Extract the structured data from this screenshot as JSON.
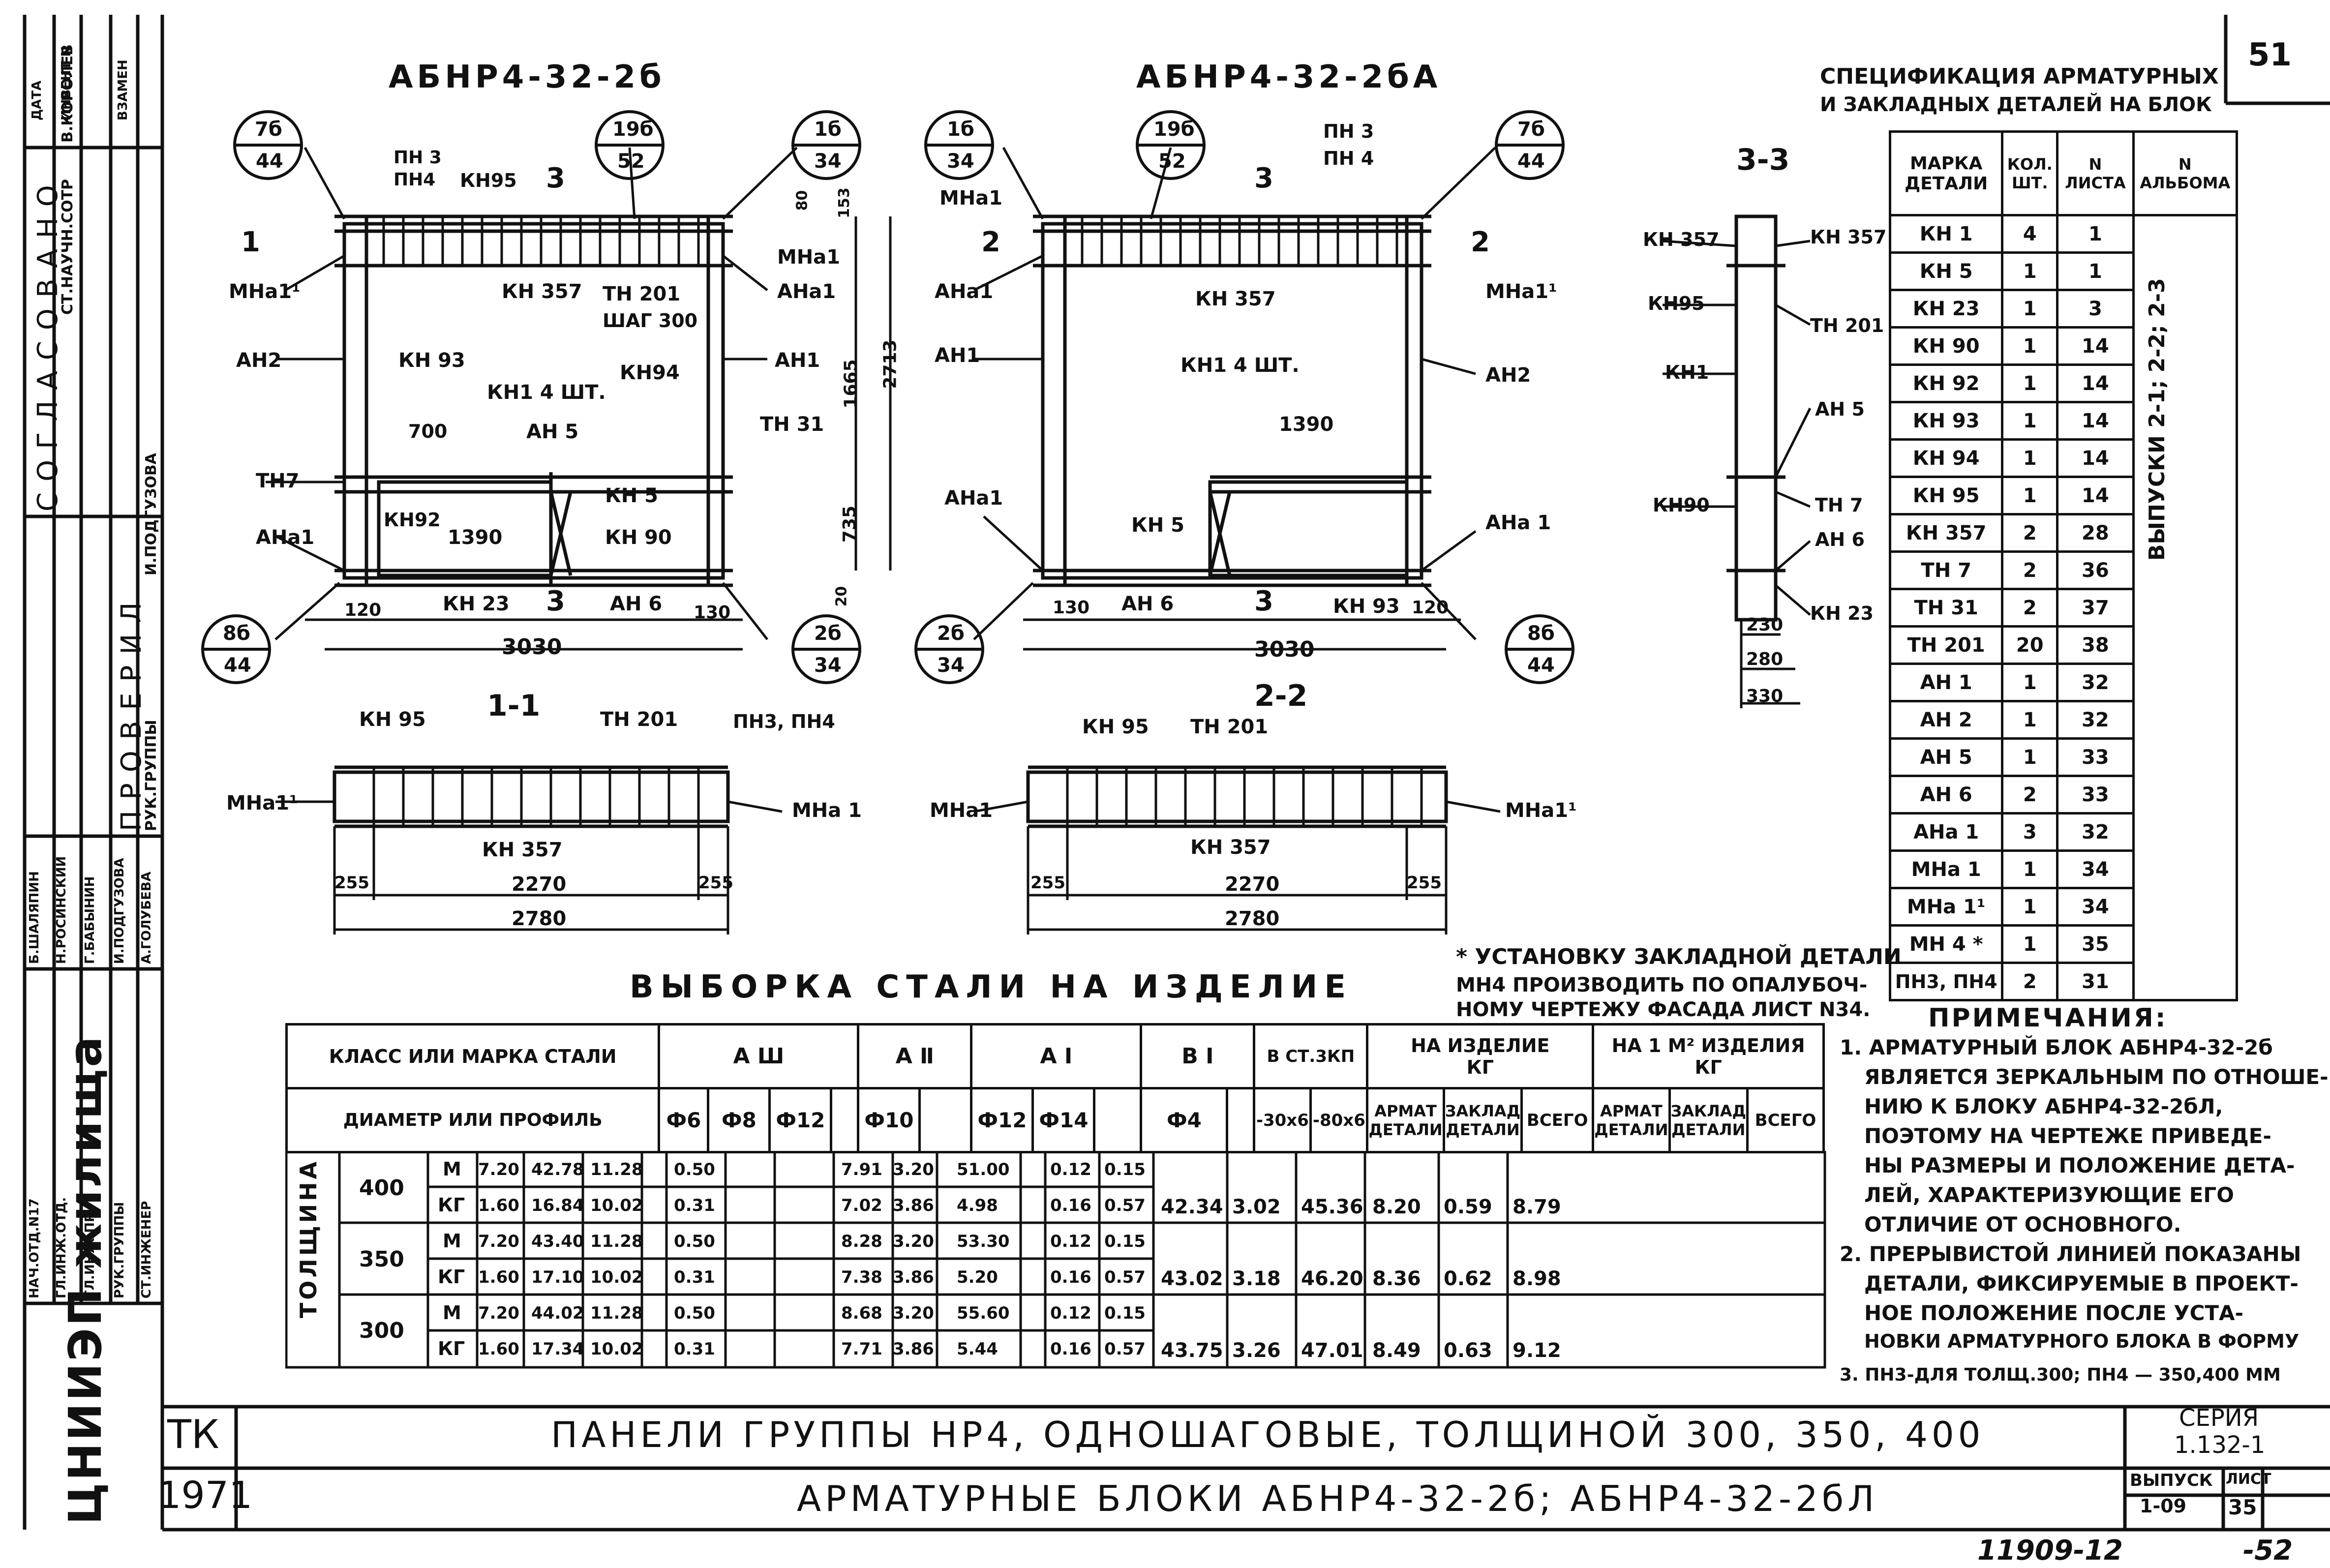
{
  "sheet_number": "51",
  "views": {
    "left_title": "АБНР4-32-2б",
    "right_title": "АБНР4-32-2бА",
    "left_bubbles": [
      {
        "top": "7б",
        "bottom": "44"
      },
      {
        "top": "19б",
        "bottom": "52"
      },
      {
        "top": "1б",
        "bottom": "34"
      },
      {
        "top": "8б",
        "bottom": "44"
      },
      {
        "top": "2б",
        "bottom": "34"
      }
    ],
    "right_bubbles": [
      {
        "top": "1б",
        "bottom": "34"
      },
      {
        "top": "19б",
        "bottom": "52"
      },
      {
        "top": "7б",
        "bottom": "44"
      },
      {
        "top": "2б",
        "bottom": "34"
      },
      {
        "top": "8б",
        "bottom": "44"
      }
    ],
    "section_marks": {
      "s1": "1",
      "s2": "2",
      "s3": "3"
    },
    "left_labels": {
      "pn3": "ПН 3",
      "pn4": "ПН4",
      "kn95": "КН95",
      "mna11": "МНа1¹",
      "mna1": "МНа1",
      "kn357": "КН 357",
      "tn201": "ТН 201",
      "step": "ШАГ 300",
      "ana1": "АНа1",
      "an2": "АН2",
      "kn93": "КН 93",
      "kn1": "КН1 4 ШТ.",
      "kn94": "КН94",
      "an1": "АН1",
      "d700": "700",
      "an5": "АН 5",
      "tn31": "ТН 31",
      "tn7": "ТН7",
      "kn5": "КН 5",
      "kn92": "КН92",
      "d1390": "1390",
      "kn90": "КН 90",
      "ana1b": "АНа1",
      "kn23": "КН 23",
      "an6": "АН 6",
      "d120": "120",
      "d130": "130",
      "d3030": "3030",
      "d2713": "2713",
      "d1665": "1665",
      "d735": "735",
      "d80": "80",
      "d153": "153",
      "d20": "20"
    },
    "right_labels": {
      "mna1": "МНа1",
      "pn3": "ПН 3",
      "pn4": "ПН 4",
      "mna11": "МНа1¹",
      "ana1": "АНа1",
      "kn357": "КН 357",
      "an1": "АН1",
      "kn1": "КН1 4 ШТ.",
      "an2": "АН2",
      "d1390": "1390",
      "ana1b": "АНа1",
      "kn5": "КН 5",
      "ana1c": "АНа 1",
      "d130": "130",
      "an6": "АН 6",
      "kn93": "КН 93",
      "d120": "120",
      "d3030": "3030"
    }
  },
  "sections": {
    "s11_title": "1-1",
    "s22_title": "2-2",
    "s33_title": "3-3",
    "s11": {
      "kn95": "КН 95",
      "tn201": "ТН 201",
      "pn": "ПН3, ПН4",
      "mna11": "МНа1¹",
      "mna1": "МНа 1",
      "kn357": "КН 357",
      "d255a": "255",
      "d2270": "2270",
      "d255b": "255",
      "d2780": "2780"
    },
    "s22": {
      "kn95": "КН 95",
      "tn201": "ТН 201",
      "mna1": "МНа1",
      "mna11": "МНа1¹",
      "kn357": "КН 357",
      "d255a": "255",
      "d2270": "2270",
      "d255b": "255",
      "d2780": "2780"
    },
    "s33": {
      "kn357a": "КН 357",
      "kn357b": "КН 357",
      "kn95": "КН95",
      "tn201": "ТН 201",
      "kn1": "КН1",
      "an5": "АН 5",
      "kn90": "КН90",
      "tn7": "ТН 7",
      "an6": "АН 6",
      "kn23": "КН 23",
      "d230": "230",
      "d280": "280",
      "d330": "330"
    }
  },
  "spec": {
    "title": "СПЕЦИФИКАЦИЯ АРМАТУРНЫХ",
    "title2": "И ЗАКЛАДНЫХ ДЕТАЛЕЙ НА БЛОК",
    "headers": [
      "МАРКА ДЕТАЛИ",
      "КОЛ. ШТ.",
      "N ЛИСТА",
      "N АЛЬБОМА"
    ],
    "rows": [
      [
        "КН 1",
        "4",
        "1"
      ],
      [
        "КН 5",
        "1",
        "1"
      ],
      [
        "КН 23",
        "1",
        "3"
      ],
      [
        "КН 90",
        "1",
        "14"
      ],
      [
        "КН 92",
        "1",
        "14"
      ],
      [
        "КН 93",
        "1",
        "14"
      ],
      [
        "КН 94",
        "1",
        "14"
      ],
      [
        "КН 95",
        "1",
        "14"
      ],
      [
        "КН 357",
        "2",
        "28"
      ],
      [
        "ТН 7",
        "2",
        "36"
      ],
      [
        "ТН 31",
        "2",
        "37"
      ],
      [
        "ТН 201",
        "20",
        "38"
      ],
      [
        "АН 1",
        "1",
        "32"
      ],
      [
        "АН 2",
        "1",
        "32"
      ],
      [
        "АН 5",
        "1",
        "33"
      ],
      [
        "АН 6",
        "2",
        "33"
      ],
      [
        "АНа 1",
        "3",
        "32"
      ],
      [
        "МНа 1",
        "1",
        "34"
      ],
      [
        "МНа 1¹",
        "1",
        "34"
      ],
      [
        "МН 4 *",
        "1",
        "35"
      ],
      [
        "ПН3, ПН4",
        "2",
        "31"
      ]
    ],
    "album": "ВЫПУСКИ 2-1; 2-2; 2-3"
  },
  "footnote": [
    "* УСТАНОВКУ ЗАКЛАДНОЙ ДЕТАЛИ",
    "МН4 ПРОИЗВОДИТЬ ПО ОПАЛУБОЧ-",
    "НОМУ ЧЕРТЕЖУ ФАСАДА ЛИСТ N34."
  ],
  "steel": {
    "title": "ВЫБОРКА СТАЛИ НА ИЗДЕЛИЕ",
    "h_class": "КЛАСС ИЛИ МАРКА СТАЛИ",
    "h_diam": "ДИАМЕТР ИЛИ ПРОФИЛЬ",
    "h_thick": "ТОЛЩИНА",
    "classes": [
      "А Ш",
      "А Ⅱ",
      "А Ⅰ",
      "В Ⅰ",
      "В СТ.3КП"
    ],
    "h_item": "НА ИЗДЕЛИЕ",
    "h_m2": "НА 1 М² ИЗДЕЛИЯ",
    "kg": "КГ",
    "diams": [
      "Ф6",
      "Ф8",
      "Ф12",
      "Ф10",
      "Ф12",
      "Ф14",
      "Ф4",
      "-30х6",
      "-80х6"
    ],
    "sub": [
      "АРМАТ ДЕТАЛИ",
      "ЗАКЛАД ДЕТАЛИ",
      "ВСЕГО",
      "АРМАТ ДЕТАЛИ",
      "ЗАКЛАД ДЕТАЛИ",
      "ВСЕГО"
    ],
    "rows": [
      {
        "t": "400",
        "u": "М",
        "v": [
          "7.20",
          "42.78",
          "11.28",
          "0.50",
          "7.91",
          "3.20",
          "51.00",
          "0.12",
          "0.15",
          "",
          "",
          "",
          "",
          "",
          ""
        ]
      },
      {
        "t": "",
        "u": "КГ",
        "v": [
          "1.60",
          "16.84",
          "10.02",
          "0.31",
          "7.02",
          "3.86",
          "4.98",
          "0.16",
          "0.57",
          "42.34",
          "3.02",
          "45.36",
          "8.20",
          "0.59",
          "8.79"
        ]
      },
      {
        "t": "350",
        "u": "М",
        "v": [
          "7.20",
          "43.40",
          "11.28",
          "0.50",
          "8.28",
          "3.20",
          "53.30",
          "0.12",
          "0.15",
          "",
          "",
          "",
          "",
          "",
          ""
        ]
      },
      {
        "t": "",
        "u": "КГ",
        "v": [
          "1.60",
          "17.10",
          "10.02",
          "0.31",
          "7.38",
          "3.86",
          "5.20",
          "0.16",
          "0.57",
          "43.02",
          "3.18",
          "46.20",
          "8.36",
          "0.62",
          "8.98"
        ]
      },
      {
        "t": "300",
        "u": "М",
        "v": [
          "7.20",
          "44.02",
          "11.28",
          "0.50",
          "8.68",
          "3.20",
          "55.60",
          "0.12",
          "0.15",
          "",
          "",
          "",
          "",
          "",
          ""
        ]
      },
      {
        "t": "",
        "u": "КГ",
        "v": [
          "1.60",
          "17.34",
          "10.02",
          "0.31",
          "7.71",
          "3.86",
          "5.44",
          "0.16",
          "0.57",
          "43.75",
          "3.26",
          "47.01",
          "8.49",
          "0.63",
          "9.12"
        ]
      }
    ]
  },
  "notes": {
    "title": "ПРИМЕЧАНИЯ:",
    "lines": [
      "1. АРМАТУРНЫЙ БЛОК АБНР4-32-2б",
      "ЯВЛЯЕТСЯ ЗЕРКАЛЬНЫМ ПО ОТНОШЕ-",
      "НИЮ К БЛОКУ АБНР4-32-2бЛ,",
      "ПОЭТОМУ НА ЧЕРТЕЖЕ ПРИВЕДЕ-",
      "НЫ РАЗМЕРЫ И ПОЛОЖЕНИЕ ДЕТА-",
      "ЛЕЙ, ХАРАКТЕРИЗУЮЩИЕ ЕГО",
      "ОТЛИЧИЕ ОТ ОСНОВНОГО.",
      "2. ПРЕРЫВИСТОЙ ЛИНИЕЙ ПОКАЗАНЫ",
      "ДЕТАЛИ, ФИКСИРУЕМЫЕ В ПРОЕКТ-",
      "НОЕ ПОЛОЖЕНИЕ ПОСЛЕ УСТА-",
      "НОВКИ АРМАТУРНОГО БЛОКА В ФОРМУ",
      "3. ПН3-ДЛЯ ТОЛЩ.300; ПН4 — 350,400 ММ"
    ]
  },
  "title_block": {
    "tk": "ТК",
    "year": "1971",
    "line1": "ПАНЕЛИ ГРУППЫ НР4, ОДНОШАГОВЫЕ, ТОЛЩИНОЙ 300, 350, 400",
    "line2": "АРМАТУРНЫЕ БЛОКИ АБНР4-32-2б; АБНР4-32-2бЛ",
    "seria_label": "СЕРИЯ",
    "seria": "1.132-1",
    "vypusk_label": "ВЫПУСК",
    "vypusk": "1-09",
    "list_label": "ЛИСТ",
    "list": "35",
    "stamp": "11909-12",
    "page": "-52"
  },
  "side_stamp": {
    "logo": "ЦНИИЭП жилища",
    "col1": [
      "НАЧ.ОТД.N17",
      "ГЛ.ИНЖ.ОТД.",
      "ГЛ.ИНЖ.ПР.",
      "РУК.ГРУППЫ",
      "СТ.ИНЖЕНЕР"
    ],
    "col2": [
      "Б.ШАЛЯПИН",
      "Н.РОСИНСКИЙ",
      "Г.БАБЫНИН",
      "И.ПОДГУЗОВА",
      "А.ГОЛУБЕВА"
    ],
    "agreed": "СОГЛАСОВАНО",
    "checked": "ПРОВЕРИЛ",
    "st_nauch": "СТ.НАУЧН.СОТР",
    "korolev": "В.КОРОЛЕВ",
    "rukgr": "РУК.ГРУППЫ",
    "podguzova": "И.ПОДГУЗОВА",
    "head": [
      "ДАТА",
      "ИНВЕНТ N",
      "ВЗАМЕН"
    ]
  }
}
